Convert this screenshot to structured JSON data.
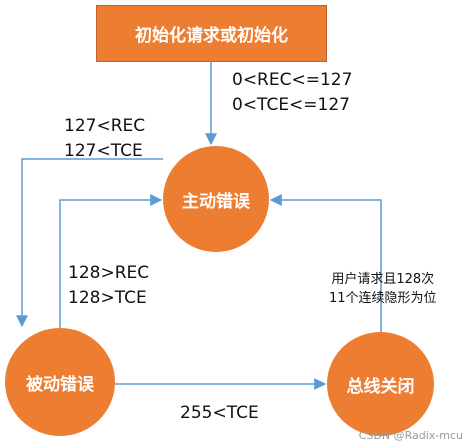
{
  "box": {
    "label": "初始化请求或初始化"
  },
  "nodes": {
    "active": {
      "label": "主动错误"
    },
    "passive": {
      "label": "被动错误"
    },
    "bus_off": {
      "label": "总线关闭"
    }
  },
  "edges": {
    "init_to_active": {
      "line1": "0<REC<=127",
      "line2": "0<TCE<=127"
    },
    "active_to_passive": {
      "line1": "127<REC",
      "line2": "127<TCE"
    },
    "passive_to_active": {
      "line1": "128>REC",
      "line2": "128>TCE"
    },
    "passive_to_busoff": {
      "line1": "255<TCE"
    },
    "busoff_to_active": {
      "line1": "用户请求且128次",
      "line2": "11个连续隐形为位"
    }
  },
  "watermark": "CSDN @Radix-mcu",
  "colors": {
    "node_fill": "#ed7d31",
    "arrow": "#5b9bd5"
  }
}
